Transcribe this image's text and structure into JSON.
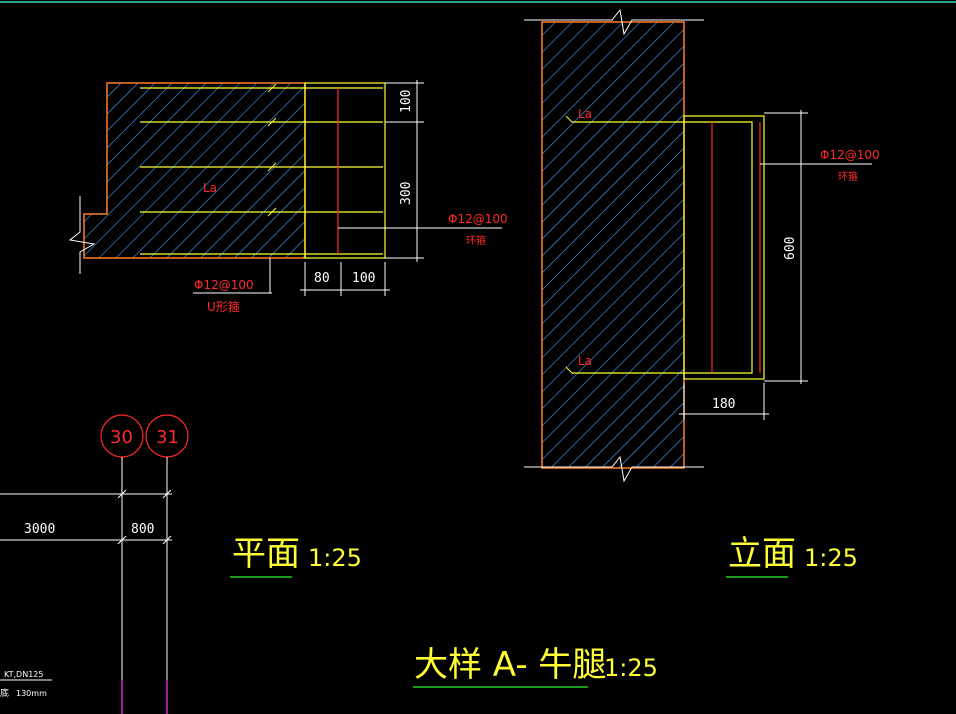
{
  "drawing": {
    "colors": {
      "background": "#000000",
      "concrete_edge": "#ff7f27",
      "hatch": "#4aa3ff",
      "rebar_yellow": "#ffff33",
      "rebar_red": "#ff2a2a",
      "dimension": "#ffffff",
      "underline": "#22cc22",
      "grid_bubble": "#ff2a2a",
      "frame": "#3bd3c6"
    },
    "plan": {
      "anchor_label": "La",
      "dims_vertical": [
        "100",
        "300"
      ],
      "dims_horizontal": [
        "80",
        "100"
      ],
      "stirrup_ring_label": "Φ12@100",
      "stirrup_ring_type": "环箍",
      "stirrup_u_label": "Φ12@100",
      "stirrup_u_type": "U形箍"
    },
    "elevation": {
      "anchor_label_top": "La",
      "anchor_label_bottom": "La",
      "dim_vertical": "600",
      "dim_horizontal": "180",
      "stirrup_label": "Φ12@100",
      "stirrup_type": "环箍"
    },
    "grid": {
      "axis_a": "30",
      "axis_b": "31",
      "span_a": "3000",
      "span_b": "800"
    },
    "titles": {
      "plan_title": "平面",
      "plan_scale": "1:25",
      "elev_title": "立面",
      "elev_scale": "1:25",
      "main_title": "大样 A- 牛腿",
      "main_scale": "1:25"
    },
    "corner_note": {
      "line1": "KT,DN125",
      "line2": "底",
      "line3": "130mm"
    }
  }
}
